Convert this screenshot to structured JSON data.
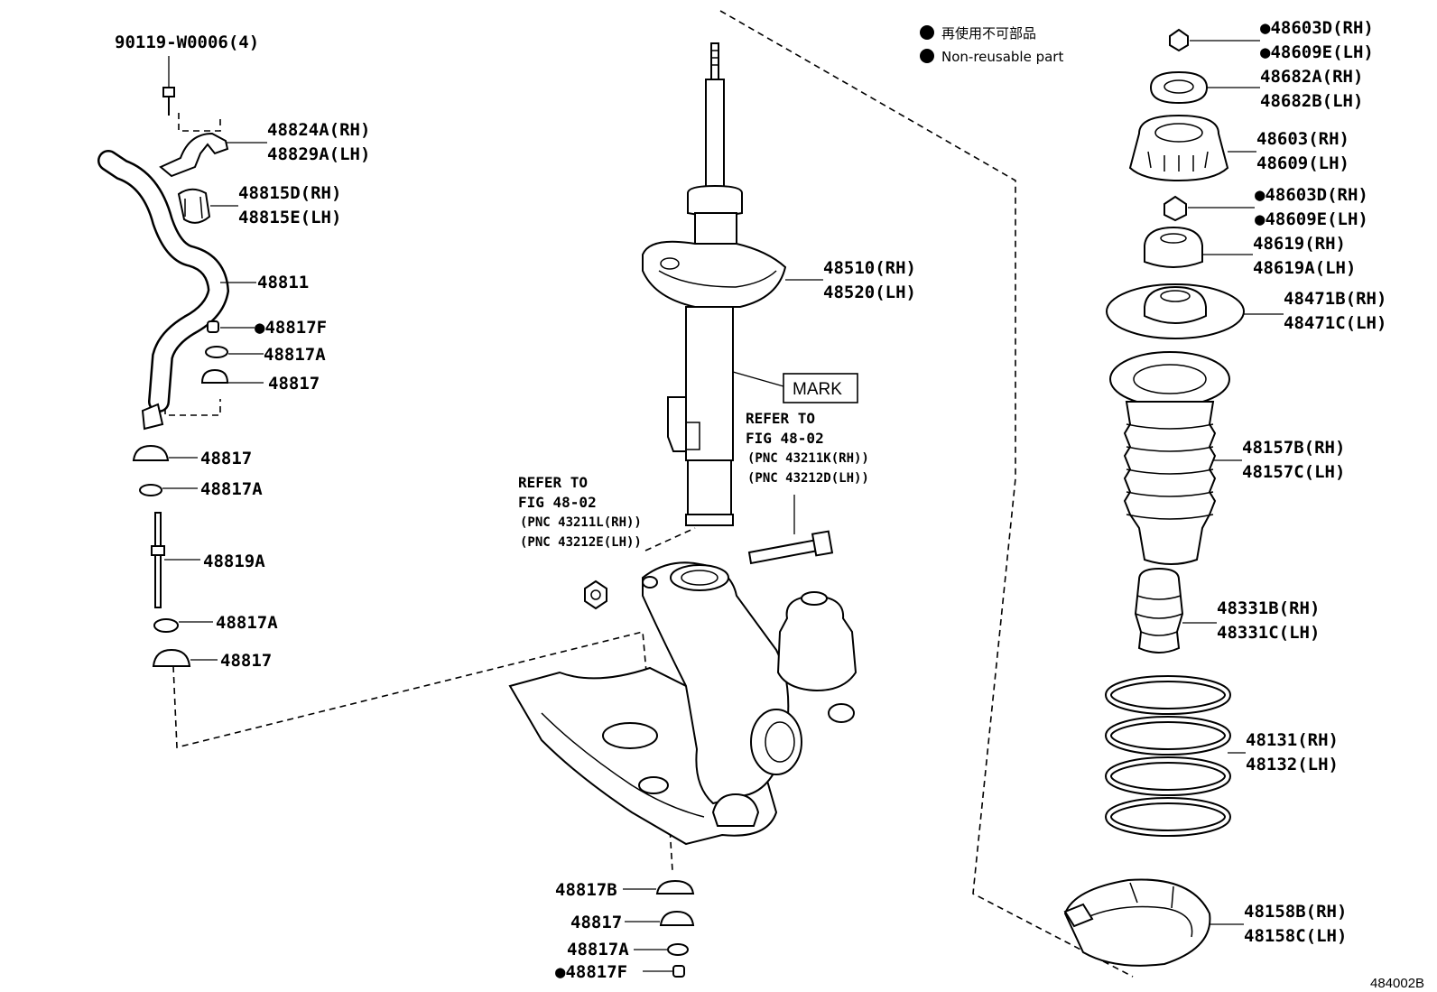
{
  "legend": {
    "line_jp": "再使用不可部品",
    "line_en": "Non-reusable part"
  },
  "figure_code": "484002B",
  "mark_label": "MARK",
  "references": {
    "strut_bolt": {
      "line1": "REFER TO",
      "line2": "FIG 48-02",
      "pnc_rh": "(PNC 43211K(RH))",
      "pnc_lh": "(PNC 43212D(LH))"
    },
    "knuckle_nut": {
      "line1": "REFER TO",
      "line2": "FIG 48-02",
      "pnc_rh": "(PNC 43211L(RH))",
      "pnc_lh": "(PNC 43212E(LH))"
    }
  },
  "labels": {
    "bolt_90119": "90119-W0006(4)",
    "bracket_rh": "48824A(RH)",
    "bracket_lh": "48829A(LH)",
    "bushing_rh": "48815D(RH)",
    "bushing_lh": "48815E(LH)",
    "stabilizer_bar": "48811",
    "nut_48817f_top": "●48817F",
    "washer_48817a_1": "48817A",
    "cushion_48817_1": "48817",
    "cushion_48817_2": "48817",
    "washer_48817a_2": "48817A",
    "link_48819a": "48819A",
    "washer_48817a_3": "48817A",
    "cushion_48817_3": "48817",
    "absorber_rh": "48510(RH)",
    "absorber_lh": "48520(LH)",
    "cushion_48817b": "48817B",
    "cushion_48817_4": "48817",
    "washer_48817a_4": "48817A",
    "nut_48817f_bottom": "●48817F",
    "nut_top_rh": "●48603D(RH)",
    "nut_top_lh": "●48609E(LH)",
    "washer_rh": "48682A(RH)",
    "washer_lh": "48682B(LH)",
    "support_rh": "48603(RH)",
    "support_lh": "48609(LH)",
    "nut_mid_rh": "●48603D(RH)",
    "nut_mid_lh": "●48609E(LH)",
    "insulator_rh": "48619(RH)",
    "insulator_lh": "48619A(LH)",
    "seat_rh": "48471B(RH)",
    "seat_lh": "48471C(LH)",
    "boot_rh": "48157B(RH)",
    "boot_lh": "48157C(LH)",
    "bumper_rh": "48331B(RH)",
    "bumper_lh": "48331C(LH)",
    "spring_rh": "48131(RH)",
    "spring_lh": "48132(LH)",
    "lower_insulator_rh": "48158B(RH)",
    "lower_insulator_lh": "48158C(LH)"
  }
}
